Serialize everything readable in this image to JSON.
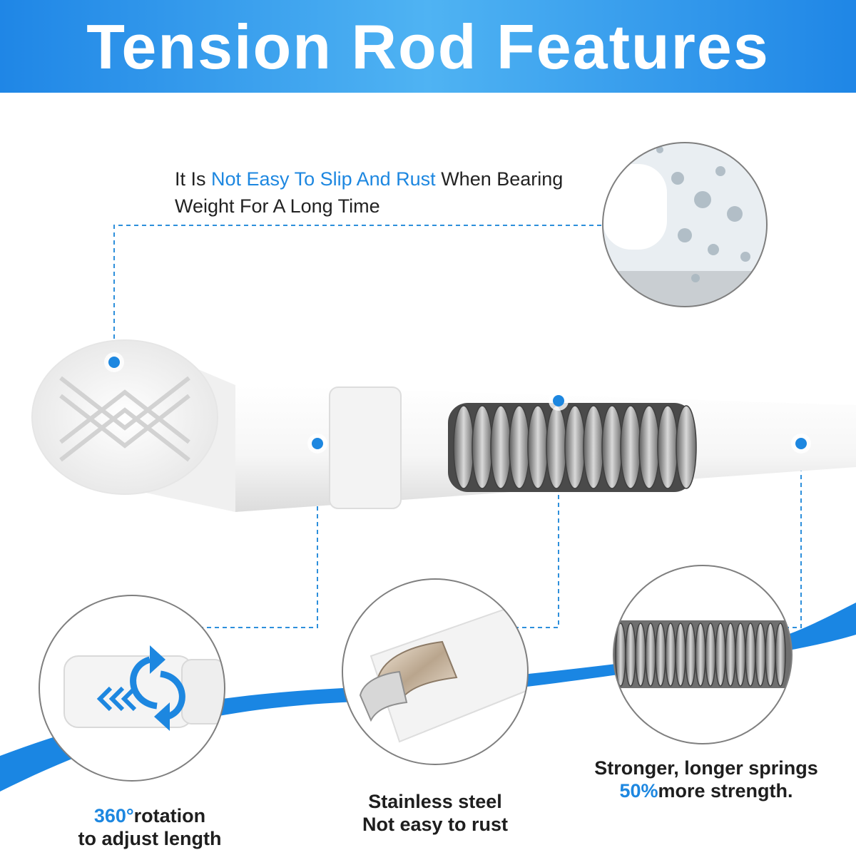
{
  "header": {
    "title": "Tension Rod Features"
  },
  "top_feature": {
    "part1": "It Is ",
    "highlight": "Not Easy To Slip And Rust",
    "part2": " When Bearing Weight For A Long Time"
  },
  "features": {
    "rotation": {
      "highlight": "360°",
      "line1_rest": "rotation",
      "line2": "to adjust length"
    },
    "steel": {
      "line1": "Stainless steel",
      "line2": "Not easy to rust"
    },
    "spring": {
      "line1": "Stronger, longer springs",
      "highlight": "50%",
      "line2_rest": "more strength."
    }
  },
  "colors": {
    "accent": "#1d87e0",
    "banner": "#2a8fe8",
    "wave": "#1a86e3",
    "rod": "#ffffff"
  },
  "icons": {
    "rotation_arrows": "rotate-arrows-icon",
    "chevrons": "double-chevron-left-icon"
  }
}
